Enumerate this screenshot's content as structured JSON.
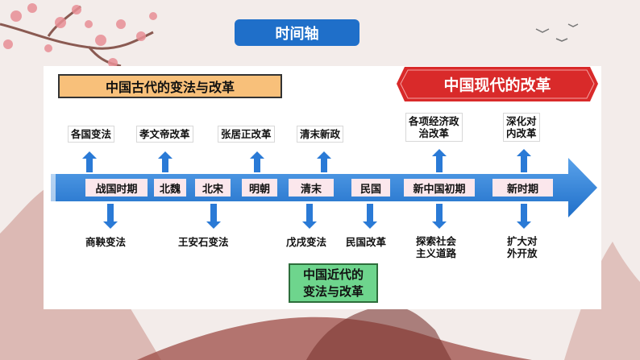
{
  "title": "时间轴",
  "headers": {
    "ancient": "中国古代的变法与改革",
    "modern": "中国现代的改革",
    "recent_line1": "中国近代的",
    "recent_line2": "变法与改革"
  },
  "eras": [
    "战国时期",
    "北魏",
    "北宋",
    "明朝",
    "清末",
    "民国",
    "新中国初期",
    "新时期"
  ],
  "top_labels": [
    {
      "lines": [
        "各国变法"
      ]
    },
    {
      "lines": [
        "孝文帝改革"
      ]
    },
    {
      "lines": [
        "张居正改革"
      ]
    },
    {
      "lines": [
        "清末新政"
      ]
    },
    {
      "lines": [
        "各项经济政",
        "治改革"
      ]
    },
    {
      "lines": [
        "深化对",
        "内改革"
      ]
    }
  ],
  "bottom_labels": [
    {
      "lines": [
        "商鞅变法"
      ]
    },
    {
      "lines": [
        "王安石变法"
      ]
    },
    {
      "lines": [
        "戊戌变法"
      ]
    },
    {
      "lines": [
        "民国改革"
      ]
    },
    {
      "lines": [
        "探索社会",
        "主义道路"
      ]
    },
    {
      "lines": [
        "扩大对",
        "外开放"
      ]
    }
  ],
  "colors": {
    "axis_blue": "#1f6fc9",
    "axis_blue_light": "#5aa2ea",
    "ancient_fill": "#f8c07a",
    "modern_red": "#d92a2a",
    "recent_green": "#6ed58d",
    "era_pink": "#fbe7ec"
  }
}
